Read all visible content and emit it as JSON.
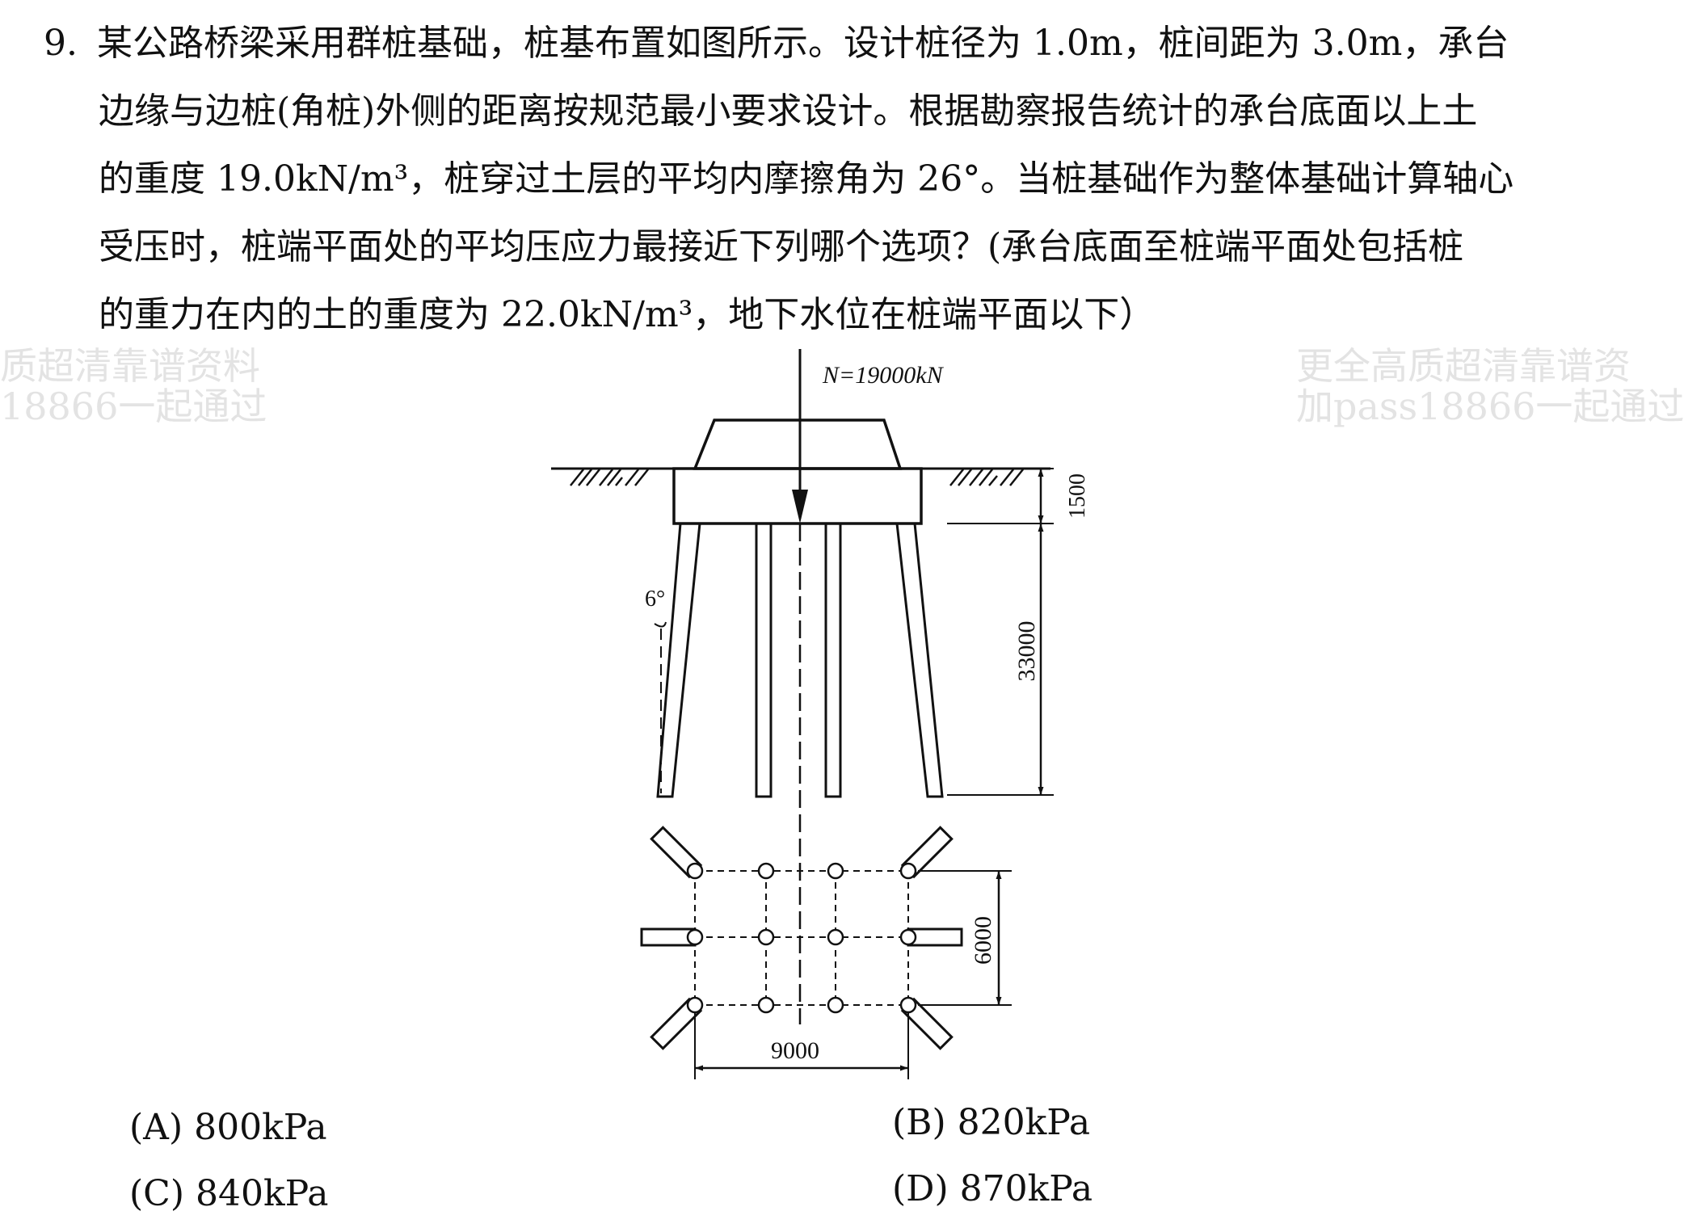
{
  "question": {
    "number": "9.",
    "lines": [
      "某公路桥梁采用群桩基础，桩基布置如图所示。设计桩径为 1.0m，桩间距为 3.0m，承台",
      "边缘与边桩(角桩)外侧的距离按规范最小要求设计。根据勘察报告统计的承台底面以上土",
      "的重度 19.0kN/m³，桩穿过土层的平均内摩擦角为 26°。当桩基础作为整体基础计算轴心",
      "受压时，桩端平面处的平均压应力最接近下列哪个选项？(承台底面至桩端平面处包括桩",
      "的重力在内的土的重度为 22.0kN/m³，地下水位在桩端平面以下）"
    ]
  },
  "watermarks": {
    "left_line1": "质超清靠谱资料",
    "left_line2": "18866一起通过",
    "right_line1": "更全高质超清靠谱资",
    "right_line2": "加pass18866一起通过"
  },
  "figure": {
    "load_label": "N=19000kN",
    "angle_label": "6°",
    "dim_cap_thickness": "1500",
    "dim_pile_length": "33000",
    "dim_plan_width": "6000",
    "dim_plan_length": "9000"
  },
  "options": {
    "a": "(A) 800kPa",
    "b": "(B) 820kPa",
    "c": "(C) 840kPa",
    "d": "(D) 870kPa"
  }
}
